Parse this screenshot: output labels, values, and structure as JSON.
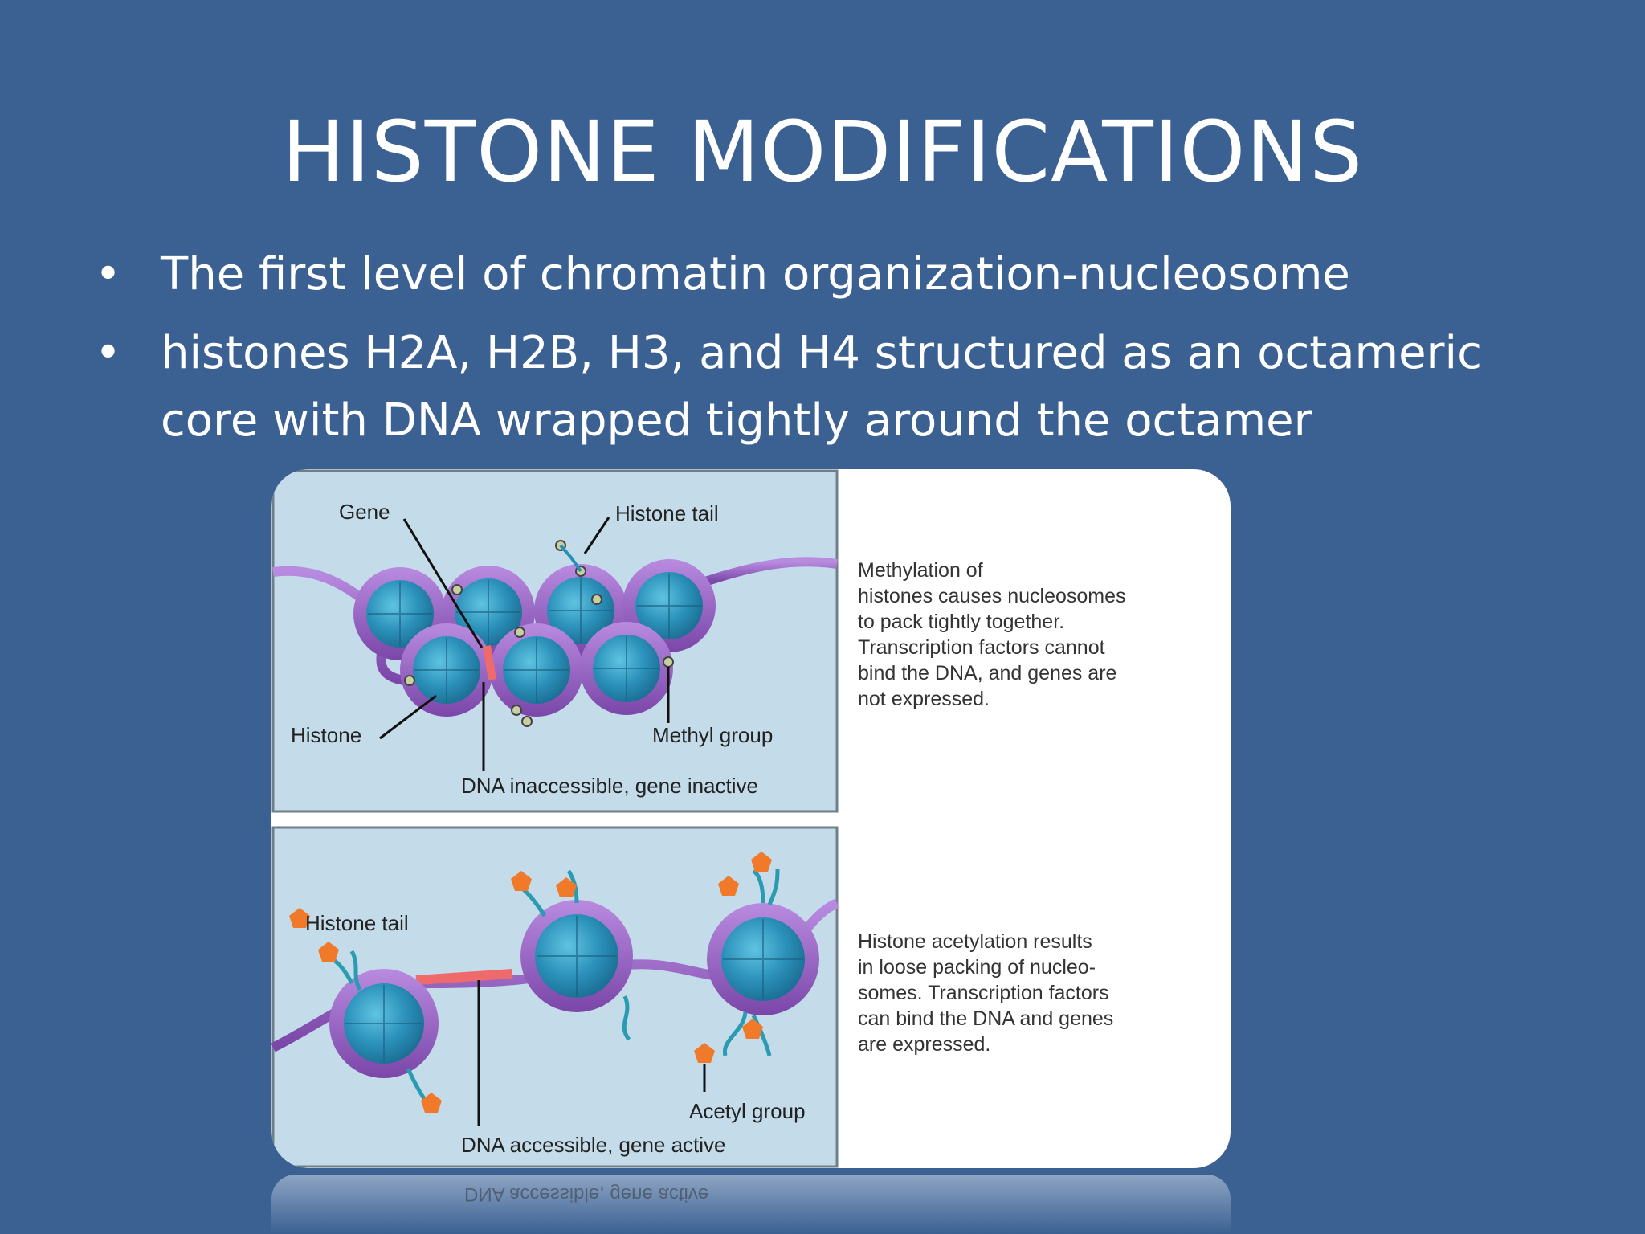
{
  "slide": {
    "title": "HISTONE MODIFICATIONS",
    "bullet_symbol": "•",
    "bullets": [
      "The first level of chromatin organization-nucleosome",
      "histones H2A, H2B, H3, and H4 structured as an octameric",
      "core with DNA wrapped tightly around the octamer"
    ]
  },
  "figure": {
    "top_panel": {
      "labels": {
        "gene": "Gene",
        "histone_tail": "Histone tail",
        "histone": "Histone",
        "methyl_group": "Methyl group",
        "caption": "DNA inaccessible, gene inactive"
      },
      "description": [
        "Methylation of",
        "histones causes nucleosomes",
        "to pack tightly together.",
        "Transcription factors cannot",
        "bind the DNA, and genes are",
        "not expressed."
      ]
    },
    "bottom_panel": {
      "labels": {
        "histone_tail": "Histone tail",
        "acetyl_group": "Acetyl group",
        "caption": "DNA accessible, gene active"
      },
      "description": [
        "Histone acetylation results",
        "in loose packing of nucleo-",
        "somes. Transcription factors",
        "can bind the DNA and genes",
        "are expressed."
      ]
    },
    "reflection_text": "DNA accessible, gene active"
  },
  "colors": {
    "slide_background": "#3b6193",
    "panel_background": "#c4dcea",
    "histone_core": "#2a8fb8",
    "dna_strand": "#8d5bb8",
    "gene_segment": "#ef6a6a",
    "methyl_group": "#c9cfa0",
    "acetyl_group": "#f07a2a"
  }
}
